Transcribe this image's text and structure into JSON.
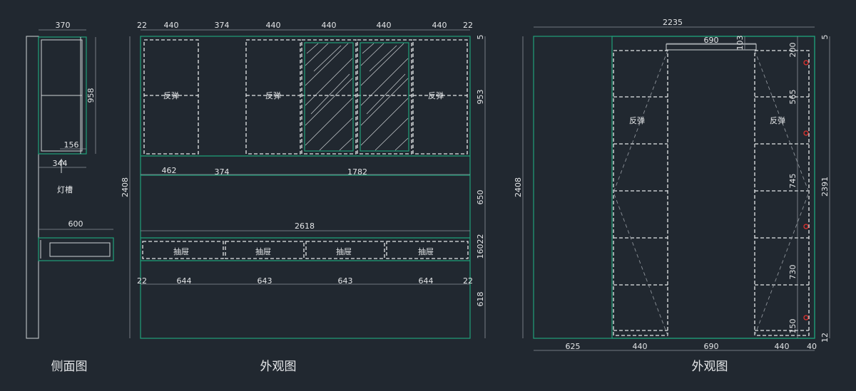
{
  "side_view": {
    "title": "侧面图",
    "dims": {
      "top_depth": "370",
      "height": "958",
      "light_groove_width": "156",
      "depth_bottom": "344",
      "drawer_depth": "600"
    },
    "light_groove_label": "灯槽"
  },
  "front_view": {
    "title": "外观图",
    "top_dims": [
      "22",
      "440",
      "374",
      "440",
      "440",
      "440",
      "440",
      "22"
    ],
    "right_dims": [
      "5",
      "953",
      "650",
      "16022",
      "618"
    ],
    "left_dim": "2408",
    "mid_dims": [
      "462",
      "374",
      "1782"
    ],
    "full_width": "2618",
    "bottom_dims": [
      "22",
      "644",
      "643",
      "643",
      "644",
      "22"
    ],
    "push_open_label": "反弹",
    "drawer_label": "抽屉"
  },
  "elevation_view": {
    "title": "外观图",
    "overall_width": "2235",
    "gap_width": "690",
    "gap_height": "103",
    "left_dim": "2408",
    "right_dims": [
      "5",
      "2391",
      "12"
    ],
    "inner_dims": [
      "200",
      "565",
      "745",
      "730",
      "150"
    ],
    "bottom_dims": [
      "625",
      "440",
      "690",
      "440",
      "40"
    ],
    "push_open_label": "反弹"
  }
}
